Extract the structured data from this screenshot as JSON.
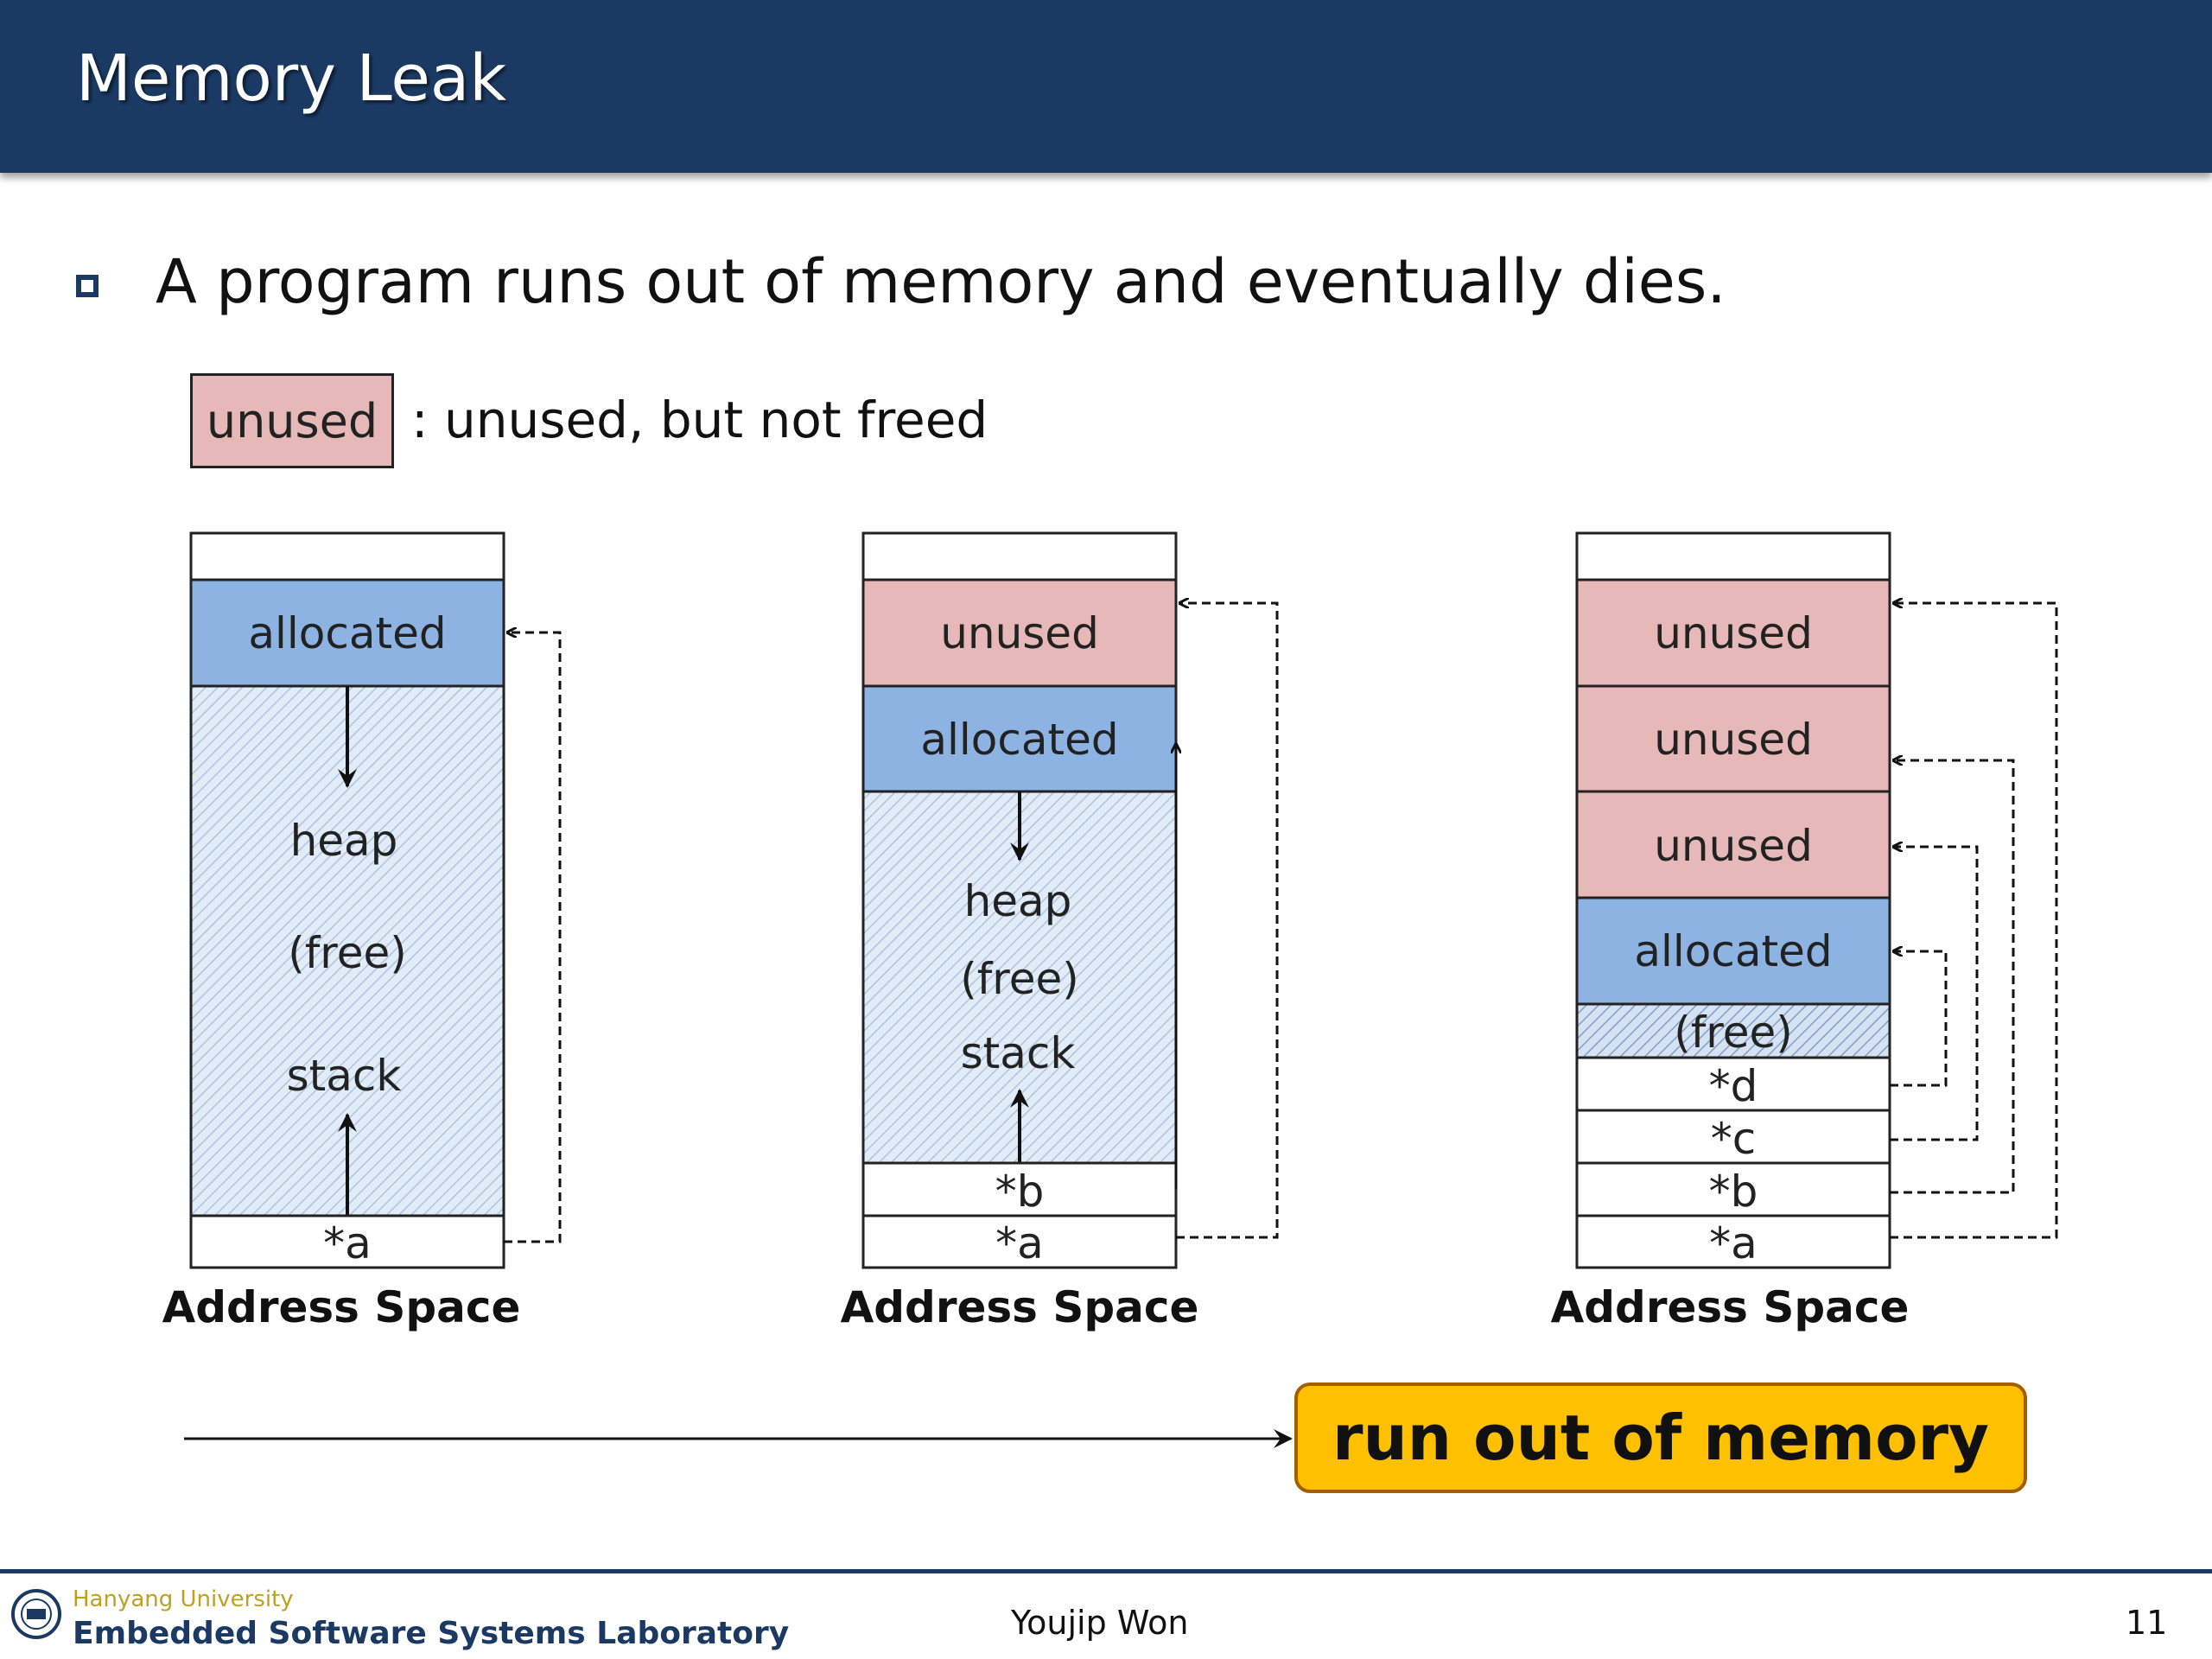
{
  "slide": {
    "title": "Memory Leak",
    "bullet": "A program runs out of memory and eventually dies.",
    "legend": {
      "box_label": "unused",
      "description": ": unused, but not freed"
    }
  },
  "diagrams": [
    {
      "blocks": [
        "allocated"
      ],
      "middle": [
        "heap",
        "(free)",
        "stack"
      ],
      "pointers": [
        "*a"
      ],
      "label": "Address Space"
    },
    {
      "blocks": [
        "unused",
        "allocated"
      ],
      "middle": [
        "heap",
        "(free)",
        "stack"
      ],
      "pointers": [
        "*b",
        "*a"
      ],
      "label": "Address Space"
    },
    {
      "blocks": [
        "unused",
        "unused",
        "unused",
        "allocated"
      ],
      "middle": [
        "(free)"
      ],
      "pointers": [
        "*d",
        "*c",
        "*b",
        "*a"
      ],
      "label": "Address Space"
    }
  ],
  "callout": "run out of memory",
  "footer": {
    "university": "Hanyang University",
    "lab": "Embedded Software Systems Laboratory",
    "author": "Youjip Won",
    "page": "11"
  },
  "colors": {
    "title_bar": "#1b3a63",
    "allocated": "#8db3e2",
    "unused": "#e6b8b7",
    "callout": "#ffc000"
  }
}
